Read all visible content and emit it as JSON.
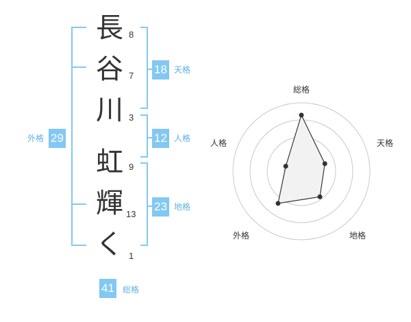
{
  "name": {
    "chars": [
      {
        "char": "長",
        "strokes": "8"
      },
      {
        "char": "谷",
        "strokes": "7"
      },
      {
        "char": "川",
        "strokes": "3"
      },
      {
        "char": "虹",
        "strokes": "9"
      },
      {
        "char": "輝",
        "strokes": "13"
      },
      {
        "char": "く",
        "strokes": "1"
      }
    ]
  },
  "fortune": {
    "tenkaku": {
      "value": "18",
      "label": "天格"
    },
    "jinkaku": {
      "value": "12",
      "label": "人格"
    },
    "chikaku": {
      "value": "23",
      "label": "地格"
    },
    "gaikaku": {
      "value": "29",
      "label": "外格"
    },
    "soukaku": {
      "value": "41",
      "label": "総格"
    }
  },
  "colors": {
    "accent": "#82c8f2",
    "accent_text": "#5eb1e6"
  },
  "chart_data": {
    "type": "radar",
    "axes": [
      "総格",
      "天格",
      "地格",
      "外格",
      "人格"
    ],
    "values": [
      41,
      18,
      23,
      29,
      12
    ],
    "rings": 4,
    "grid": true
  }
}
